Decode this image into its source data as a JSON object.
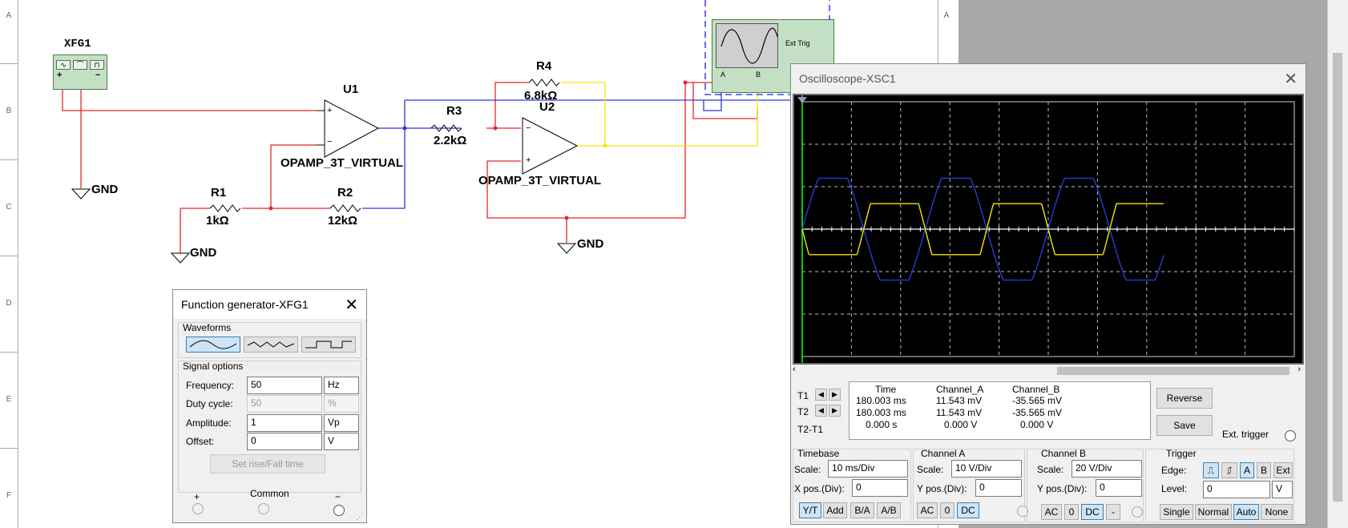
{
  "row_labels": [
    "A",
    "B",
    "C",
    "D",
    "E",
    "F"
  ],
  "schematic": {
    "fg_label": "XFG1",
    "fg_plus": "+",
    "fg_minus": "−",
    "u1": "U1",
    "u1_model": "OPAMP_3T_VIRTUAL",
    "u2": "U2",
    "u2_model": "OPAMP_3T_VIRTUAL",
    "r1": "R1",
    "r1_val": "1kΩ",
    "r2": "R2",
    "r2_val": "12kΩ",
    "r3": "R3",
    "r3_val": "2.2kΩ",
    "r4": "R4",
    "r4_val": "6.8kΩ",
    "gnd": "GND",
    "scope_ext_trig": "Ext Trig",
    "scope_a": "A",
    "scope_b": "B",
    "op_plus": "+",
    "op_minus": "−",
    "colors": {
      "red": "#e8262b",
      "blue": "#2a3ad4",
      "yellow": "#f5e600"
    }
  },
  "fgen": {
    "title": "Function generator-XFG1",
    "waveforms_label": "Waveforms",
    "waveform_buttons": [
      "sine-wave",
      "triangle-wave",
      "square-wave"
    ],
    "selected_waveform": "sine-wave",
    "signal_options_label": "Signal options",
    "frequency_label": "Frequency:",
    "frequency_value": "50",
    "frequency_unit": "Hz",
    "duty_label": "Duty cycle:",
    "duty_value": "50",
    "duty_unit": "%",
    "amplitude_label": "Amplitude:",
    "amplitude_value": "1",
    "amplitude_unit": "Vp",
    "offset_label": "Offset:",
    "offset_value": "0",
    "offset_unit": "V",
    "rise_fall_button": "Set rise/Fall time",
    "plus": "+",
    "common": "Common",
    "minus": "−"
  },
  "scope": {
    "title": "Oscilloscope-XSC1",
    "channel_a_color": "#2a3ad4",
    "channel_b_color": "#f5e600",
    "cursor_color": "#00d000",
    "readout": {
      "headers": [
        "Time",
        "Channel_A",
        "Channel_B"
      ],
      "rows": [
        {
          "label": "T1",
          "time": "180.003 ms",
          "a": "11.543 mV",
          "b": "-35.565 mV"
        },
        {
          "label": "T2",
          "time": "180.003 ms",
          "a": "11.543 mV",
          "b": "-35.565 mV"
        },
        {
          "label": "T2-T1",
          "time": "0.000 s",
          "a": "0.000 V",
          "b": "0.000 V"
        }
      ]
    },
    "reverse_button": "Reverse",
    "save_button": "Save",
    "ext_trigger_label": "Ext. trigger",
    "timebase": {
      "title": "Timebase",
      "scale_label": "Scale:",
      "scale_value": "10 ms/Div",
      "xpos_label": "X pos.(Div):",
      "xpos_value": "0",
      "buttons": [
        "Y/T",
        "Add",
        "B/A",
        "A/B"
      ],
      "active": "Y/T"
    },
    "channel_a": {
      "title": "Channel A",
      "scale_label": "Scale:",
      "scale_value": "10  V/Div",
      "ypos_label": "Y pos.(Div):",
      "ypos_value": "0",
      "buttons": [
        "AC",
        "0",
        "DC"
      ],
      "active": "DC"
    },
    "channel_b": {
      "title": "Channel B",
      "scale_label": "Scale:",
      "scale_value": "20  V/Div",
      "ypos_label": "Y pos.(Div):",
      "ypos_value": "0",
      "buttons": [
        "AC",
        "0",
        "DC",
        "-"
      ],
      "active": "DC"
    },
    "trigger": {
      "title": "Trigger",
      "edge_label": "Edge:",
      "edge_buttons": [
        "rising-edge",
        "falling-edge",
        "A",
        "B",
        "Ext"
      ],
      "edge_active": [
        "rising-edge",
        "A"
      ],
      "level_label": "Level:",
      "level_value": "0",
      "level_unit": "V",
      "mode_buttons": [
        "Single",
        "Normal",
        "Auto",
        "None"
      ],
      "mode_active": "Auto"
    }
  }
}
